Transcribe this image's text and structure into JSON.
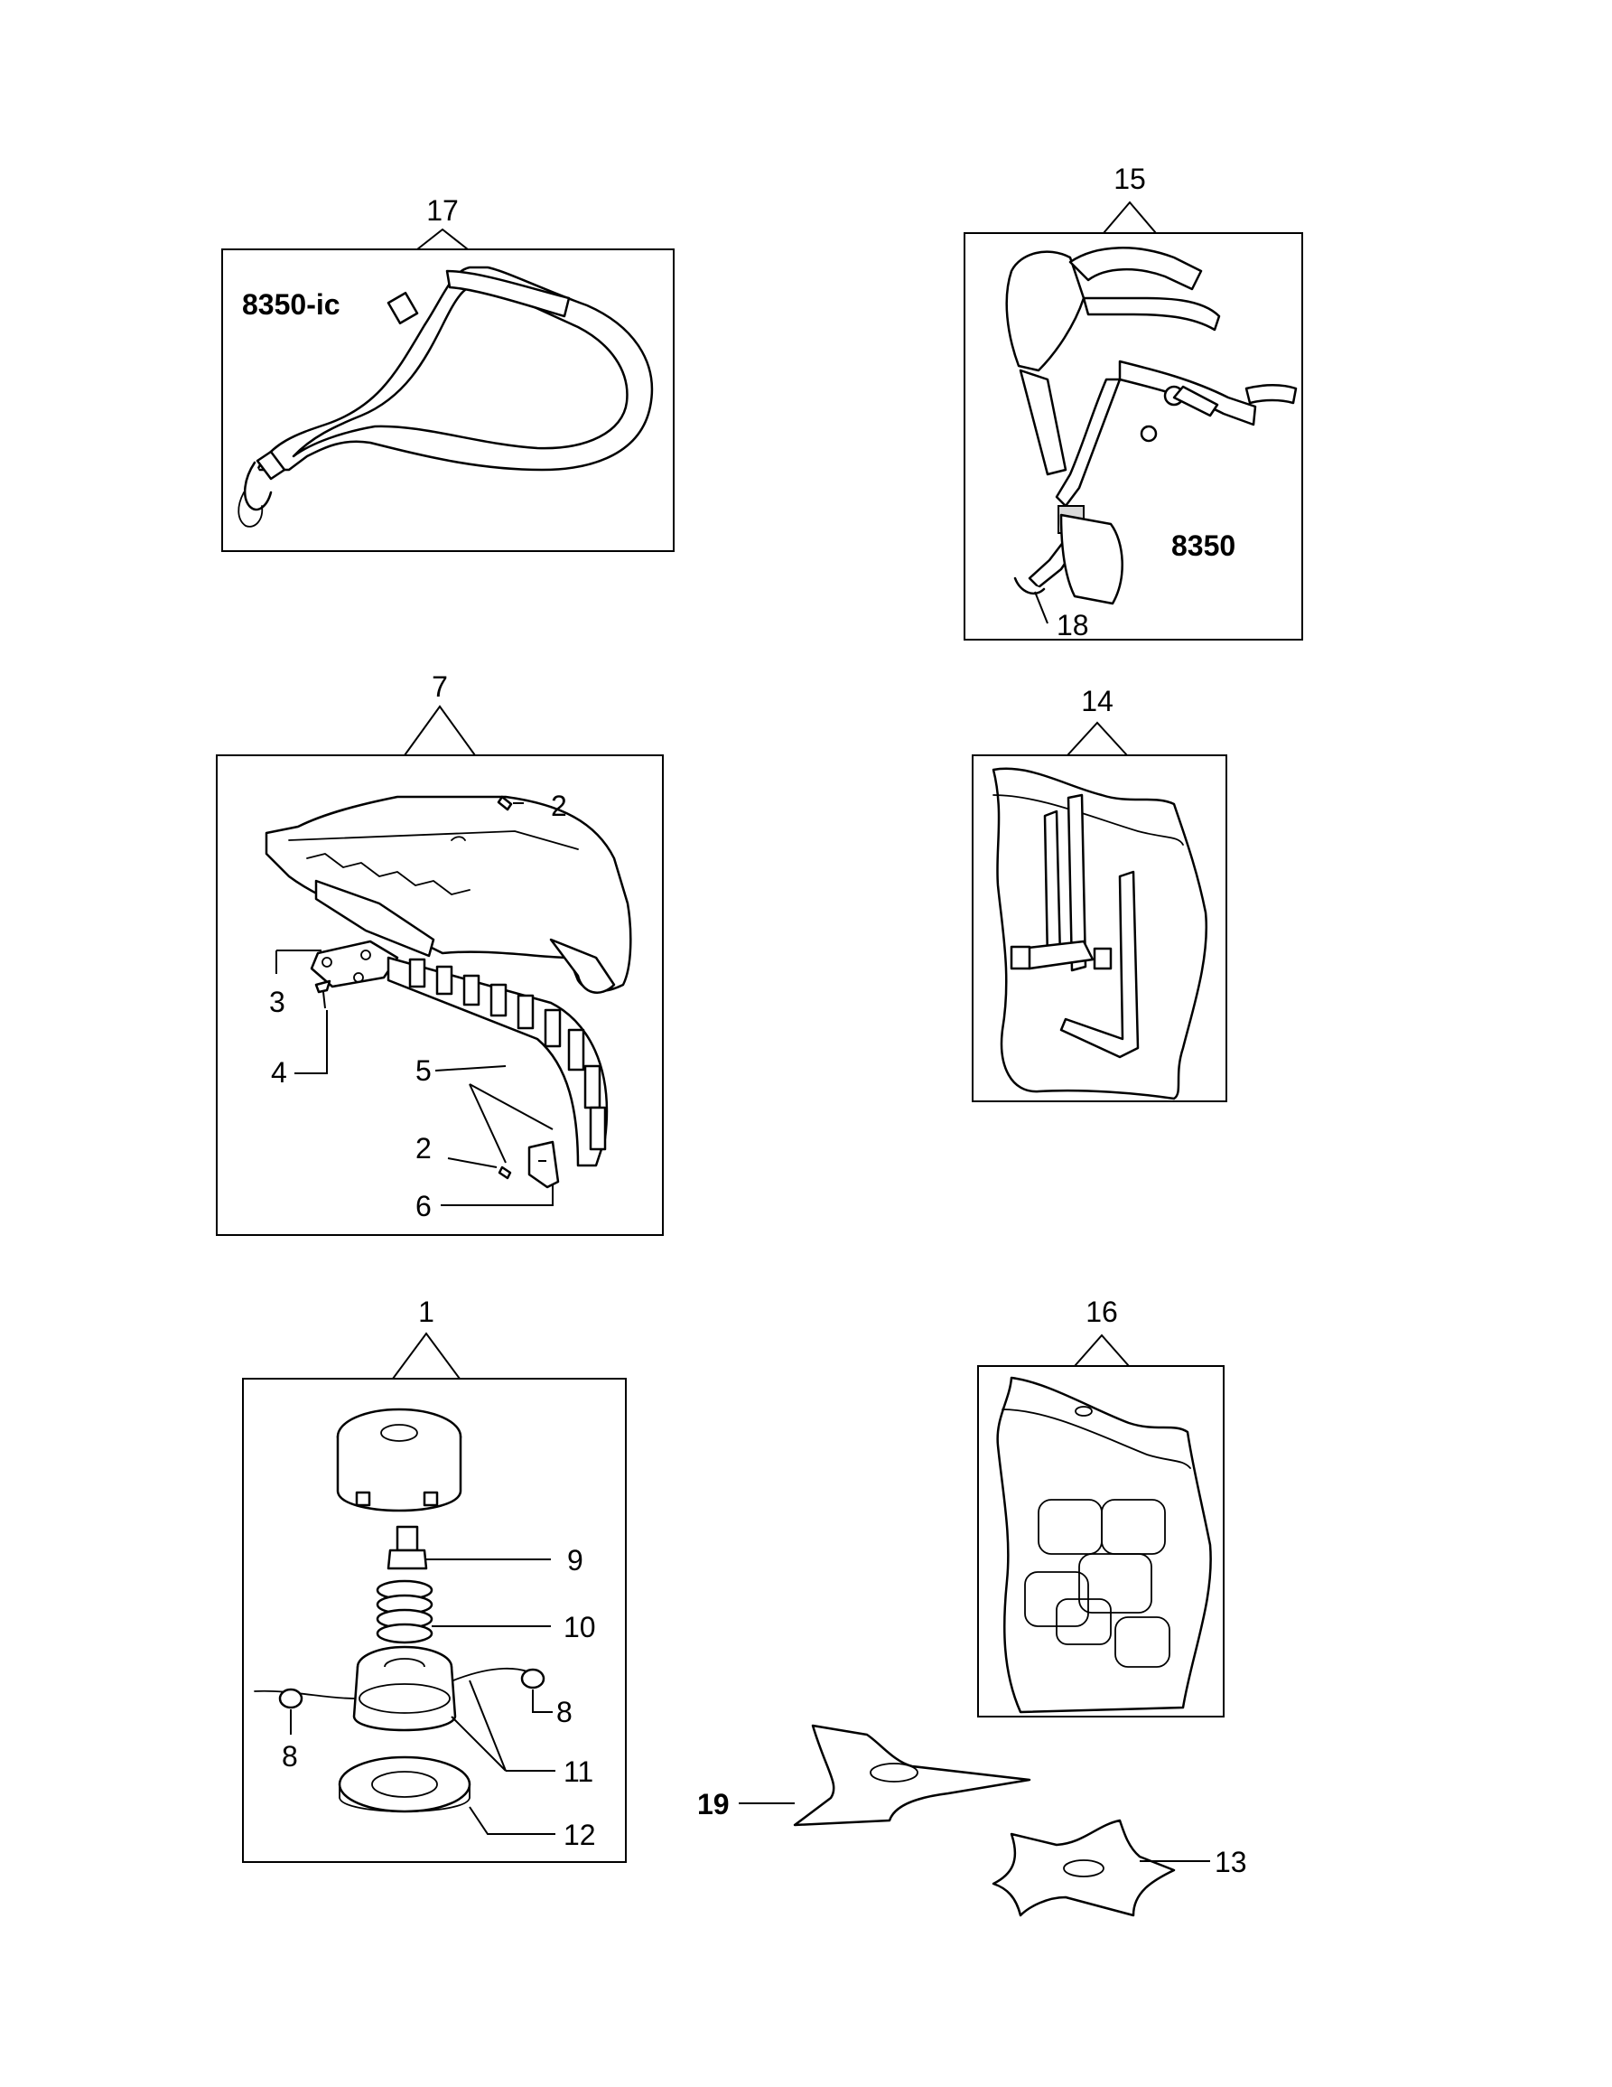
{
  "callouts": {
    "c17": "17",
    "c15": "15",
    "c18": "18",
    "c7": "7",
    "c14": "14",
    "c2a": "2",
    "c3": "3",
    "c4": "4",
    "c5": "5",
    "c2b": "2",
    "c6": "6",
    "c1": "1",
    "c16": "16",
    "c9": "9",
    "c10": "10",
    "c8a": "8",
    "c8b": "8",
    "c11": "11",
    "c12": "12",
    "c19": "19",
    "c13": "13"
  },
  "models": {
    "shoulder_strap": "8350-ic",
    "harness": "8350"
  }
}
